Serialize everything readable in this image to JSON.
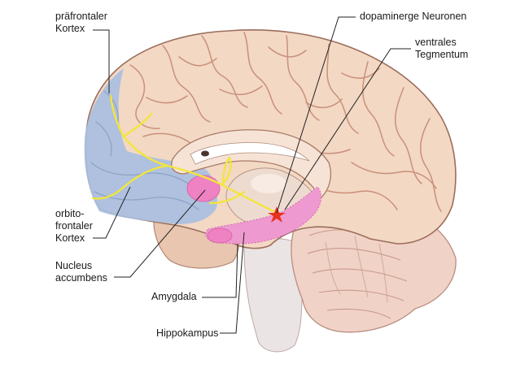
{
  "labels": {
    "praefrontal": [
      "präfrontaler",
      "Kortex"
    ],
    "dopamin": "dopaminerge Neuronen",
    "ventral": [
      "ventrales",
      "Tegmentum"
    ],
    "orbito": [
      "orbito-",
      "frontaler",
      "Kortex"
    ],
    "nucleus": [
      "Nucleus",
      "accumbens"
    ],
    "amygdala": "Amygdala",
    "hippokampus": "Hippokampus"
  },
  "colors": {
    "cortex_tissue": "#f3d8c4",
    "gyrus_line": "#c9907a",
    "prefrontal_region": "#a9bfe0",
    "pathway": "#f2e63a",
    "nucleus_amygdala": "#ef82c2",
    "hippocampus": "#ee9ad0",
    "vta_star": "#e8321e",
    "cerebellum": "#f1d2c6",
    "brainstem": "#ebe4e4"
  }
}
